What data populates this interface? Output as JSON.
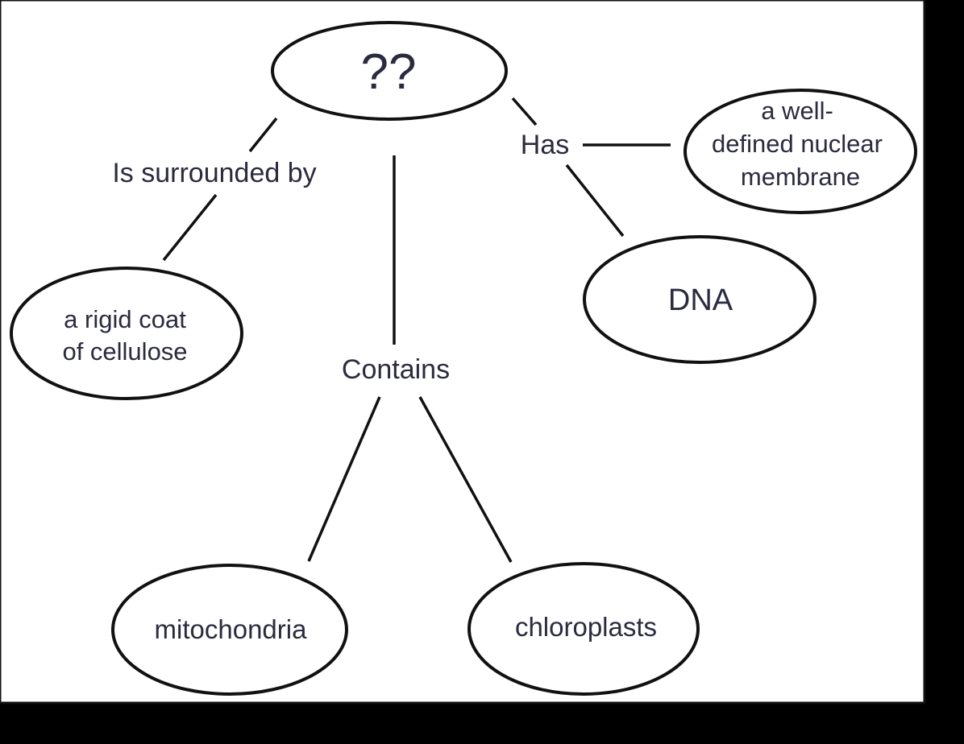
{
  "diagram": {
    "root": "??",
    "links": {
      "surrounded": "Is surrounded by",
      "contains": "Contains",
      "has": "Has"
    },
    "nodes": {
      "cell_wall": [
        "a rigid coat",
        "of cellulose"
      ],
      "mitochondria": "mitochondria",
      "chloroplasts": "chloroplasts",
      "nuclear_membrane": [
        "a well-",
        "defined nuclear",
        "membrane"
      ],
      "dna": "DNA"
    }
  }
}
